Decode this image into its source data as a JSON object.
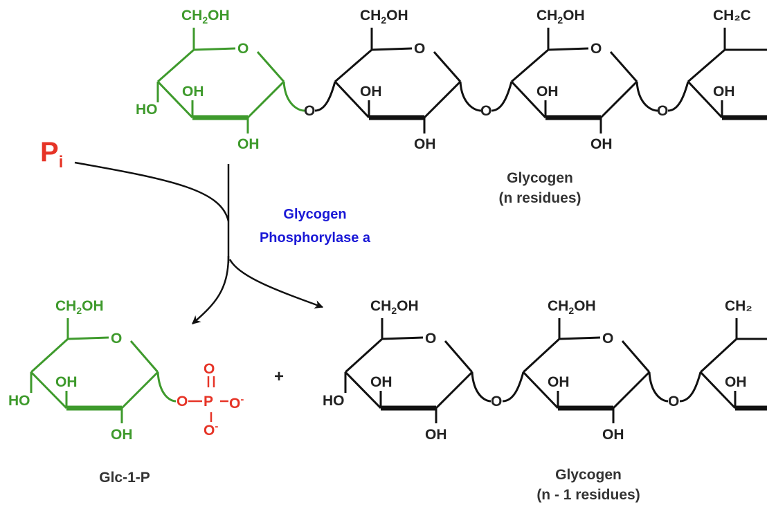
{
  "pi": {
    "letter": "P",
    "sub": "i"
  },
  "enzyme": {
    "line1": "Glycogen",
    "line2": "Phosphorylase a"
  },
  "glycogen_top": {
    "line1": "Glycogen",
    "line2": "(n residues)"
  },
  "glycogen_bottom": {
    "line1": "Glycogen",
    "line2": "(n - 1 residues)"
  },
  "glc1p": {
    "label": "Glc-1-P"
  },
  "plus": "+",
  "atoms": {
    "ch2": "CH",
    "two": "2",
    "oh_suffix": "OH",
    "o": "O",
    "oh": "OH",
    "ho": "HO",
    "p": "P",
    "minus": "-",
    "ch2_truncated_top": "CH₂C",
    "ch2_truncated_bottom": "CH₂"
  },
  "colors": {
    "green": "#3e9a2c",
    "red": "#e63427",
    "blue": "#1a18d6",
    "black": "#111111",
    "text": "#333333"
  }
}
